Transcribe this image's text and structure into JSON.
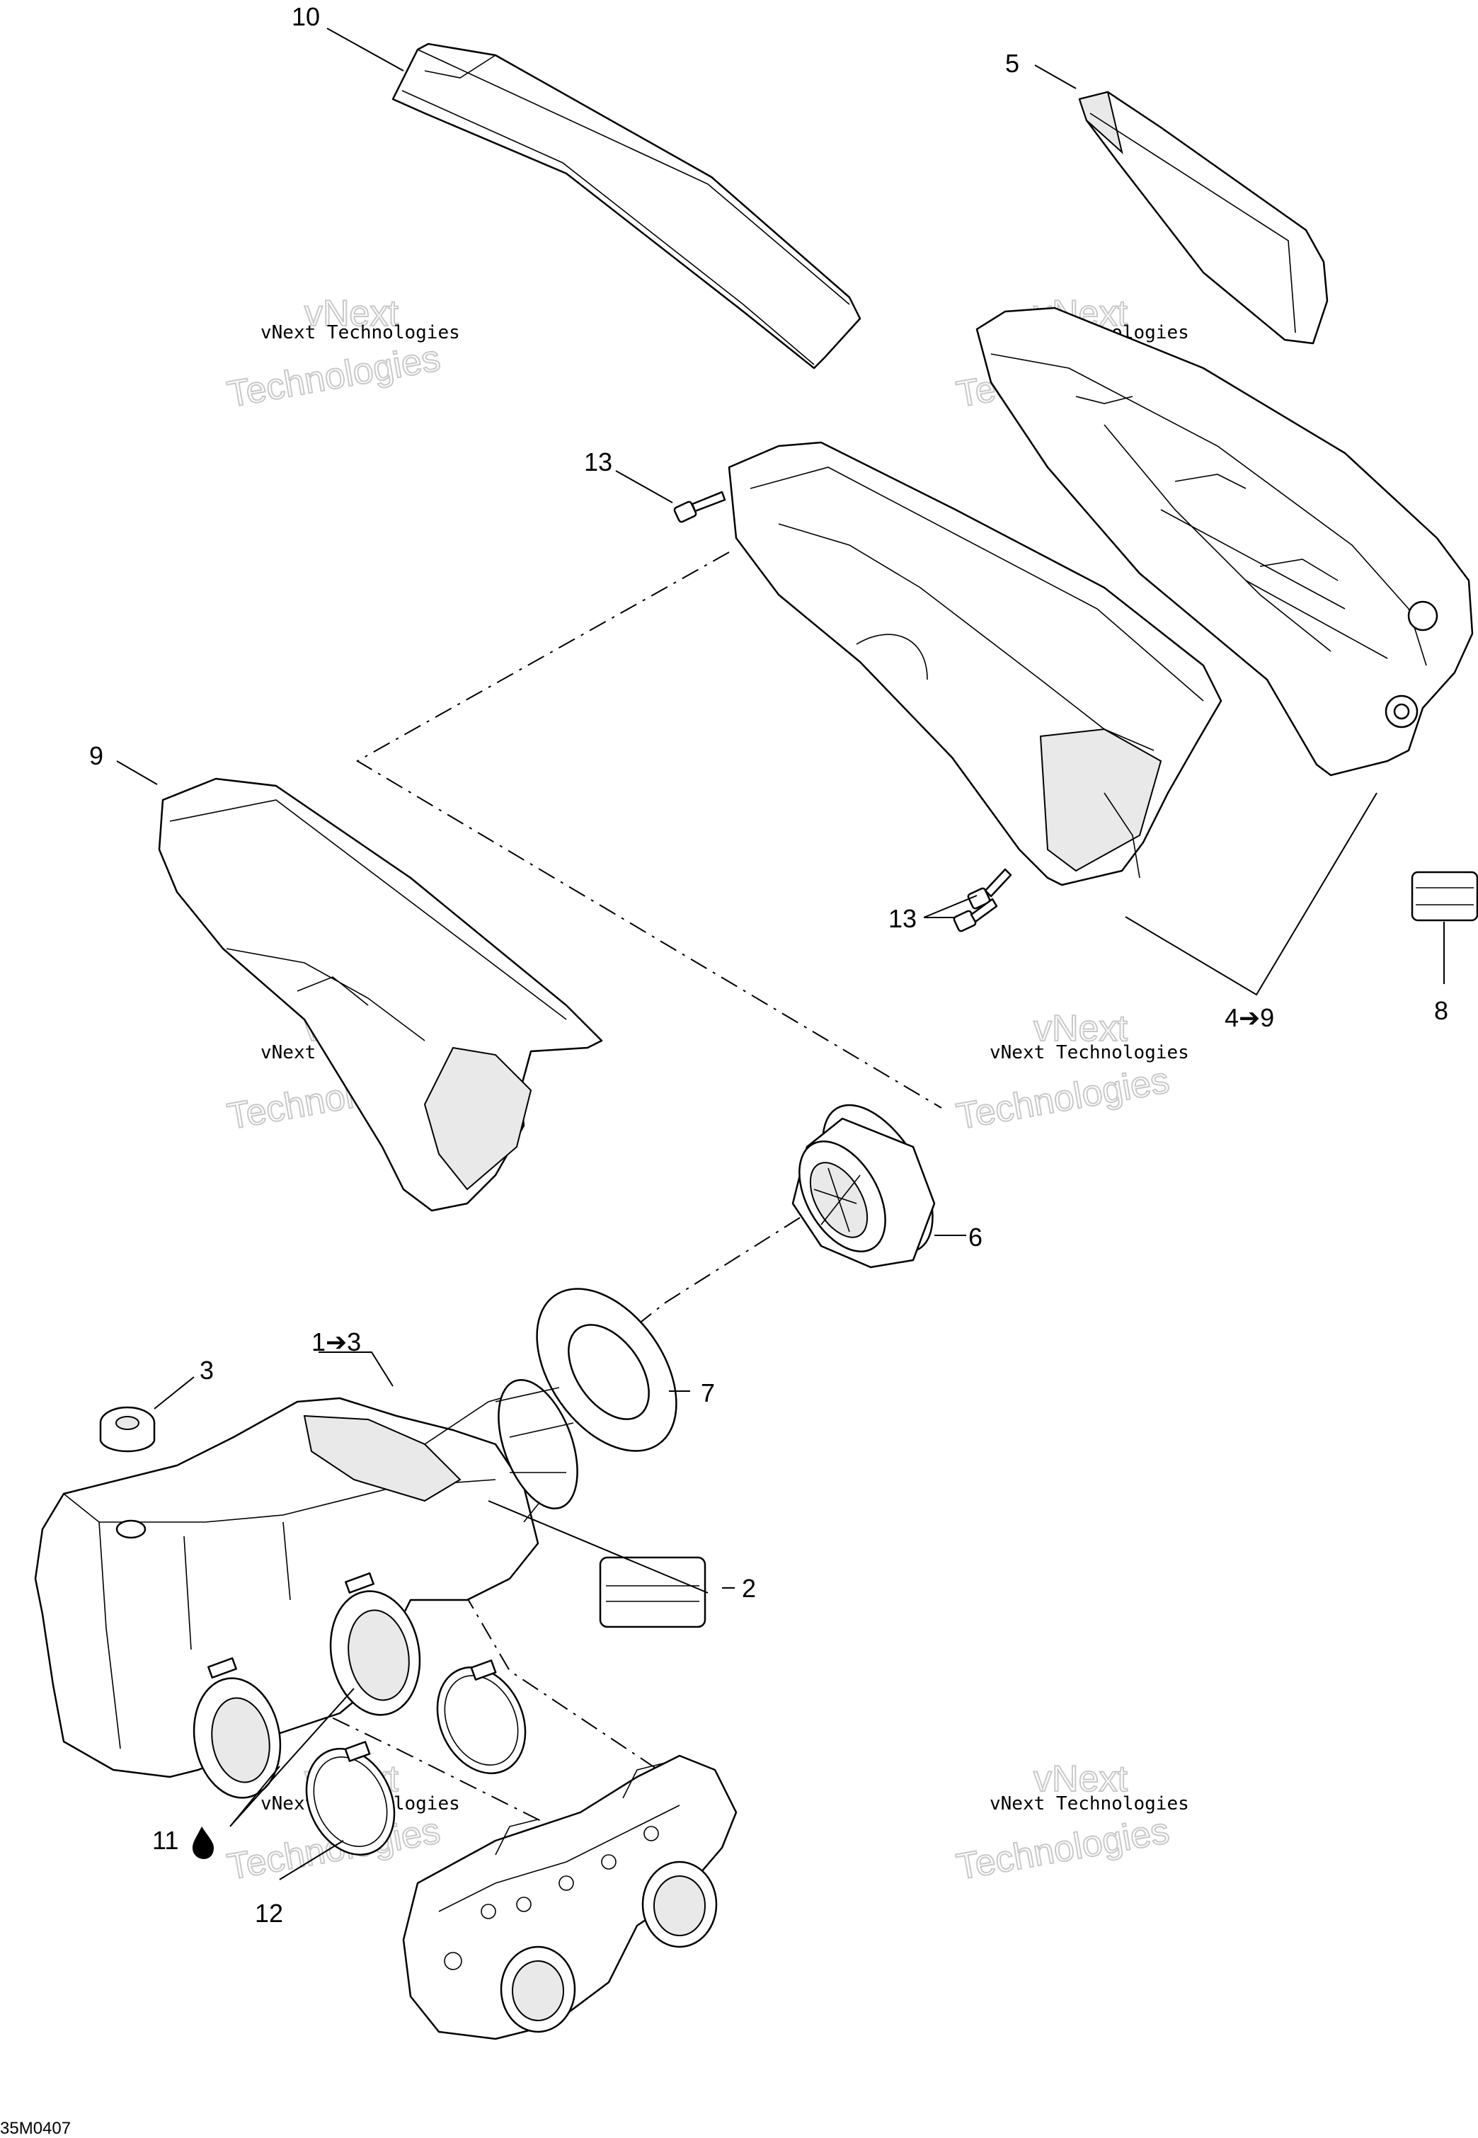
{
  "callouts": {
    "c10": "10",
    "c5": "5",
    "c13a": "13",
    "c13b": "13",
    "c9": "9",
    "c4to9": "4➔9",
    "c8": "8",
    "c6": "6",
    "c1to3": "1➔3",
    "c3": "3",
    "c7": "7",
    "c2": "2",
    "c11": "11",
    "c12": "12"
  },
  "watermarks": {
    "small_text": "vNext Technologies",
    "big_line1": "vNext",
    "big_line2": "Technologies"
  },
  "reference_code": "35M0407"
}
